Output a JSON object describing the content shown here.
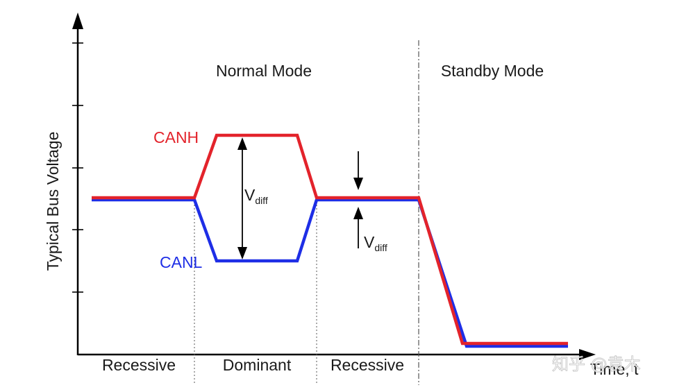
{
  "y_axis_label": "Typical Bus Voltage",
  "x_axis_label": "Time, t",
  "modes": {
    "normal": "Normal Mode",
    "standby": "Standby Mode"
  },
  "states": {
    "recessive_1": "Recessive",
    "dominant": "Dominant",
    "recessive_2": "Recessive"
  },
  "signals": {
    "canh": {
      "label": "CANH",
      "color": "#e3232b"
    },
    "canl": {
      "label": "CANL",
      "color": "#1e2ee6"
    }
  },
  "vdiff_dominant": {
    "main": "V",
    "sub": "diff"
  },
  "vdiff_recessive": {
    "main": "V",
    "sub": "diff"
  },
  "watermark": "知乎 @袁木"
}
